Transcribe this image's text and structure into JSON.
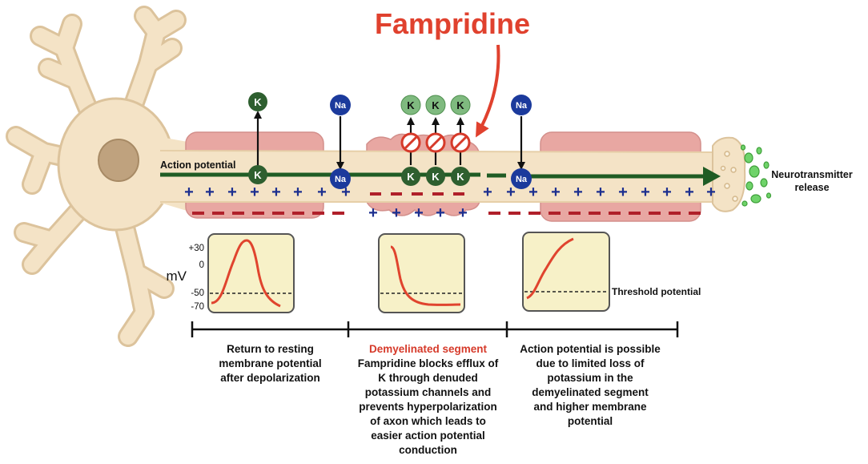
{
  "title": "Fampridine",
  "labels": {
    "action_potential": "Action potential",
    "neurotransmitter_line1": "Neurotransmitter",
    "neurotransmitter_line2": "release",
    "threshold": "Threshold potential",
    "unit": "mV"
  },
  "ions": {
    "potassium": "K",
    "sodium": "Na"
  },
  "charges": {
    "positive": "+"
  },
  "y_ticks": [
    "+30",
    "0",
    "-50",
    "-70"
  ],
  "captions": {
    "left": [
      "Return to resting",
      "membrane potential",
      "after depolarization"
    ],
    "middle_title": "Demyelinated segment",
    "middle": [
      "Fampridine blocks efflux of",
      "K through denuded",
      "potassium channels and",
      "prevents hyperpolarization",
      "of axon which leads to",
      "easier action potential",
      "conduction"
    ],
    "right": [
      "Action potential is possible",
      "due to limited loss of",
      "potassium in the",
      "demyelinated segment",
      "and higher membrane",
      "potential"
    ]
  },
  "colors": {
    "cell": "#f4e3c6",
    "cell_edge": "#dcc39c",
    "nucleus": "#bfa27e",
    "myelin": "#e8a7a2",
    "axon_arrow": "#1f5c24",
    "k_dark": "#2e5f2f",
    "k_light": "#7fba7f",
    "na": "#1b3a9c",
    "plus": "#1c2f8f",
    "minus": "#b0202a",
    "fampridine": "#e0412e",
    "graph_bg": "#f7f1c8",
    "curve": "#e0442e"
  }
}
